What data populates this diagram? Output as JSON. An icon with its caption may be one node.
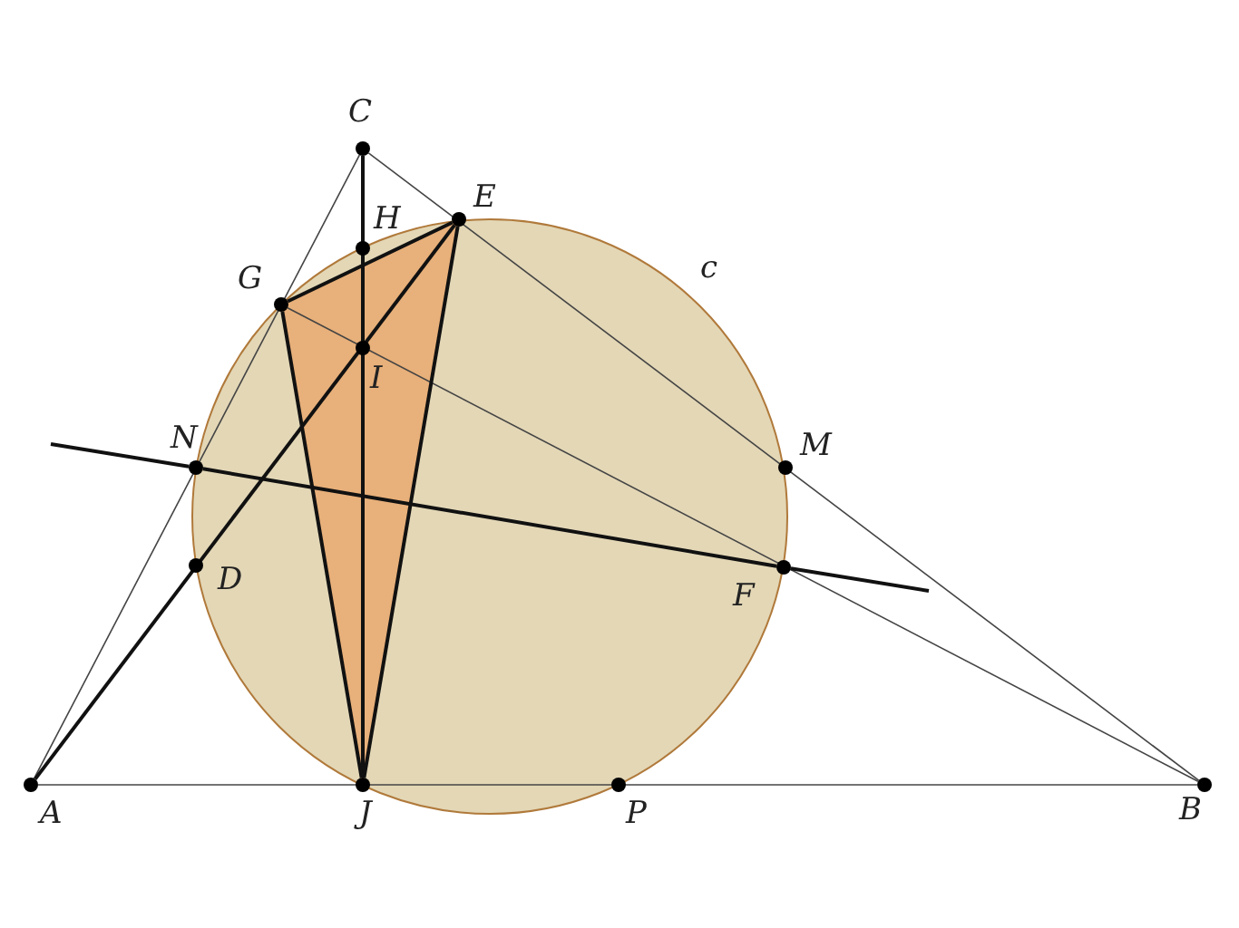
{
  "diagram": {
    "nodes": [
      {
        "text": [
          "A"
        ]
      },
      {
        "text": [
          "B"
        ]
      },
      {
        "text": [
          "C"
        ]
      },
      {
        "text": [
          "E"
        ]
      },
      {
        "text": [
          "H"
        ]
      },
      {
        "text": [
          "G"
        ]
      },
      {
        "text": [
          "I"
        ]
      },
      {
        "text": [
          "N"
        ]
      },
      {
        "text": [
          "M"
        ]
      },
      {
        "text": [
          "D"
        ]
      },
      {
        "text": [
          "F"
        ]
      },
      {
        "text": [
          "J"
        ]
      },
      {
        "text": [
          "P"
        ]
      }
    ],
    "edges": [
      {
        "from": 0,
        "to": 1,
        "arrow": "none",
        "color": "#444444"
      },
      {
        "from": 0,
        "to": 2,
        "arrow": "none",
        "color": "#444444"
      },
      {
        "from": 2,
        "to": 1,
        "arrow": "none",
        "color": "#444444"
      },
      {
        "from": 2,
        "to": 11,
        "arrow": "none"
      },
      {
        "from": 0,
        "to": 3,
        "arrow": "none"
      },
      {
        "from": 5,
        "to": 1,
        "arrow": "none",
        "color": "#444444"
      },
      {
        "from": 7,
        "to": 10,
        "arrow": "none"
      },
      {
        "from": 5,
        "to": 3,
        "arrow": "none"
      },
      {
        "from": 3,
        "to": 11,
        "arrow": "none"
      },
      {
        "from": 11,
        "to": 5,
        "arrow": "none"
      },
      {
        "from": 7,
        "to": null,
        "arrow": "none"
      },
      {
        "from": 10,
        "to": null,
        "arrow": "none"
      }
    ],
    "labels": [
      "c"
    ]
  }
}
